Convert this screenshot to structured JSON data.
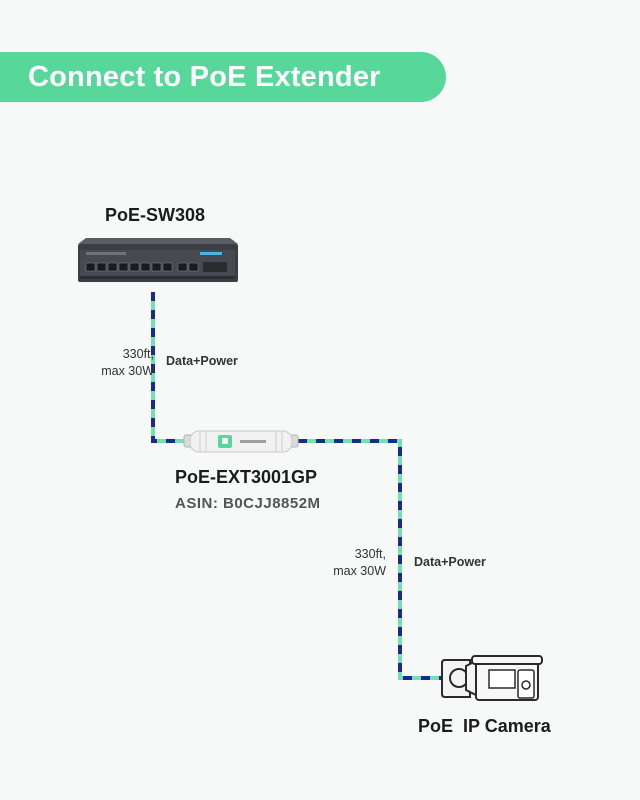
{
  "banner": {
    "title": "Connect to PoE Extender"
  },
  "switch": {
    "name": "PoE-SW308"
  },
  "extender": {
    "name": "PoE-EXT3001GP",
    "asin": "ASIN:  B0CJJ8852M"
  },
  "camera": {
    "name": "PoE  IP Camera"
  },
  "link1": {
    "distance_line1": "330ft,",
    "distance_line2": "max 30W",
    "tag": "Data+Power"
  },
  "link2": {
    "distance_line1": "330ft,",
    "distance_line2": "max 30W",
    "tag": "Data+Power"
  },
  "colors": {
    "banner": "#58d79a",
    "cable_dark": "#1b2a8c",
    "cable_light": "#72e0b0"
  }
}
